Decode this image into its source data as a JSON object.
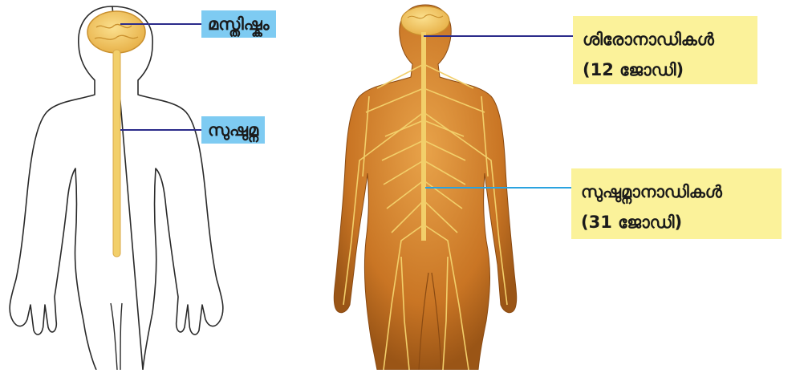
{
  "labels": {
    "brain": "മസ്തിഷ്കം",
    "spinal_cord": "സുഷുമ്ന",
    "cranial_nerves": "ശിരോനാഡികൾ",
    "cranial_count": "(12 ജോഡി)",
    "spinal_nerves": "സുഷുമ്നാനാഡികൾ",
    "spinal_count": "(31 ജോഡി)"
  },
  "colors": {
    "blue_label": "#7ecbf2",
    "yellow_label": "#fbf29a",
    "line_dark": "#2b2b8a",
    "line_light": "#2aa3e0",
    "nerve": "#f2cf6a",
    "skin": "#d9892e"
  }
}
